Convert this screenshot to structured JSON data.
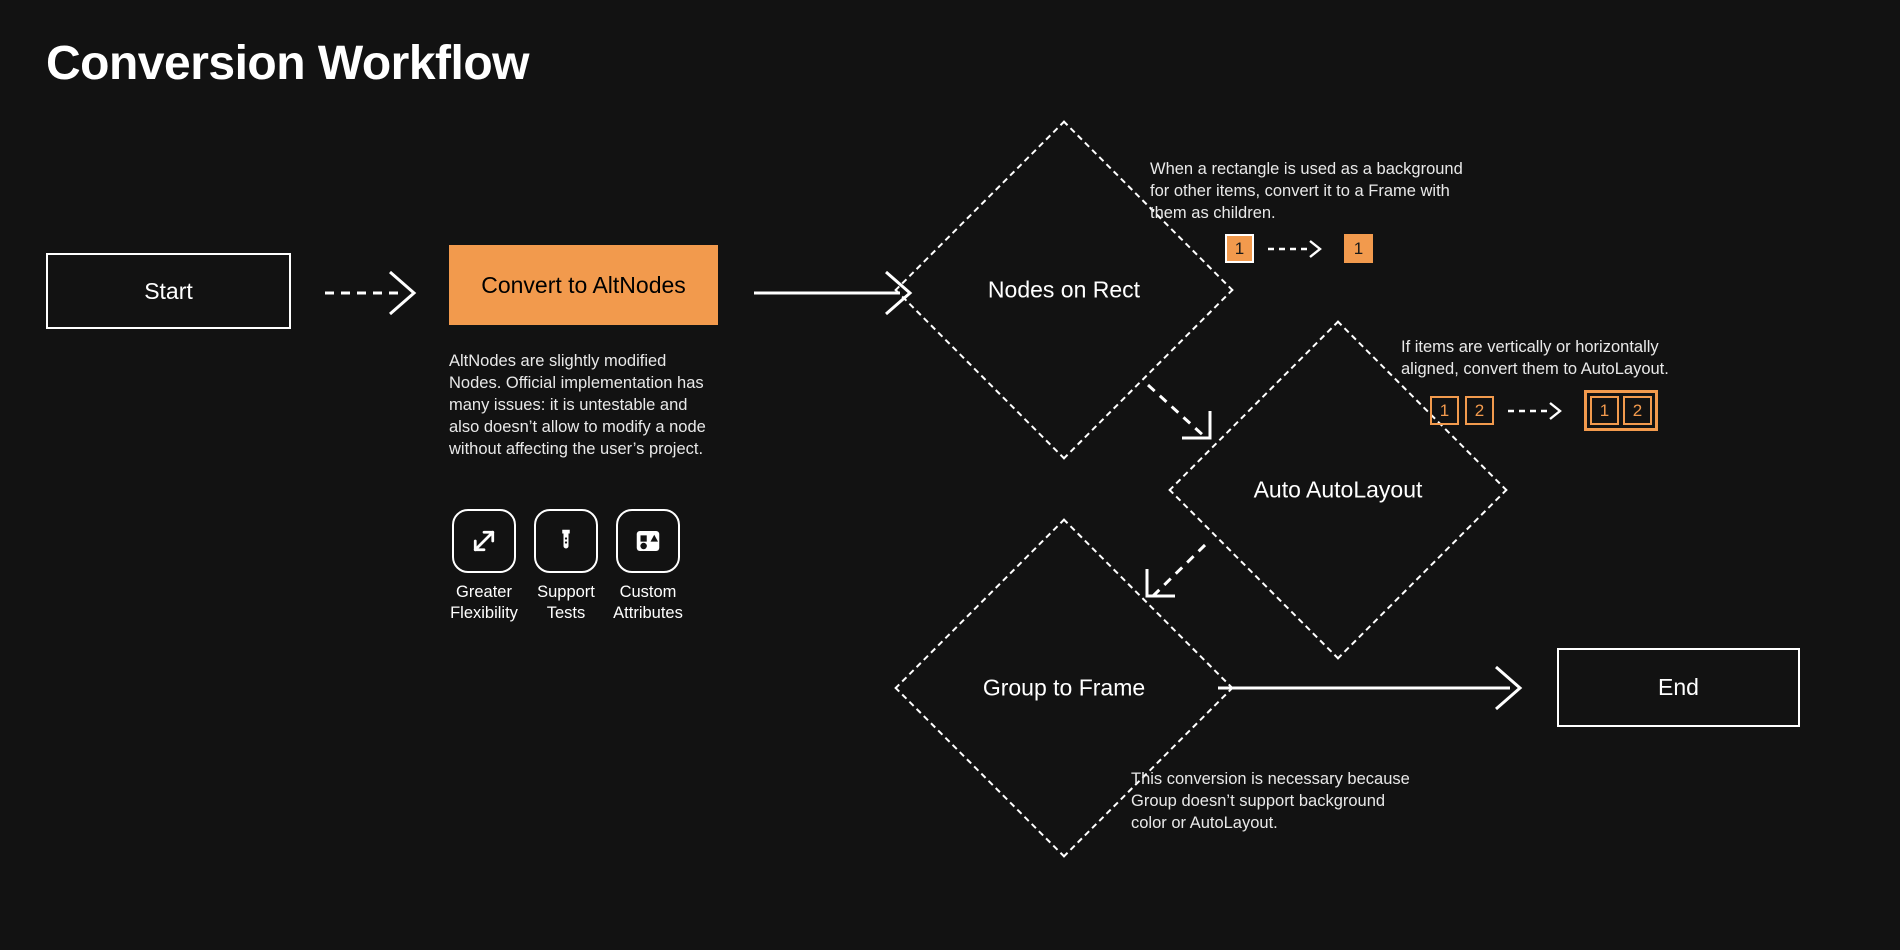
{
  "page": {
    "title": "Conversion Workflow",
    "background_color": "#121212",
    "accent_color": "#f29a4d",
    "text_color": "#ffffff"
  },
  "nodes": {
    "start": {
      "label": "Start",
      "shape": "rectangle"
    },
    "convert": {
      "label": "Convert to AltNodes",
      "shape": "rectangle-filled"
    },
    "nodes_on_rect": {
      "label": "Nodes on Rect",
      "shape": "diamond"
    },
    "auto_autolayout": {
      "label": "Auto AutoLayout",
      "shape": "diamond"
    },
    "group_to_frame": {
      "label": "Group to Frame",
      "shape": "diamond"
    },
    "end": {
      "label": "End",
      "shape": "rectangle"
    }
  },
  "notes": {
    "altnodes": "AltNodes are slightly modified Nodes. Official implementation has many issues: it is untestable and also doesn’t allow to modify a node without affecting the user’s project.",
    "nodes_on_rect": "When a rectangle is used as a background for other items, convert it to a Frame with them as children.",
    "auto_autolayout": "If items are vertically or horizontally aligned, convert them to AutoLayout.",
    "group_to_frame": "This conversion is necessary because Group doesn’t support background color or AutoLayout."
  },
  "features": [
    {
      "icon": "expand-arrows-icon",
      "label": "Greater\nFlexibility"
    },
    {
      "icon": "test-tube-icon",
      "label": "Support\nTests"
    },
    {
      "icon": "shapes-attributes-icon",
      "label": "Custom\nAttributes"
    }
  ],
  "badges": {
    "rect_before": [
      {
        "text": "1",
        "style": "filled-outlined"
      }
    ],
    "rect_after": [
      {
        "text": "1",
        "style": "filled"
      }
    ],
    "align_before": [
      {
        "text": "1",
        "style": "outline"
      },
      {
        "text": "2",
        "style": "outline"
      }
    ],
    "align_after": [
      {
        "text": "1",
        "style": "outline"
      },
      {
        "text": "2",
        "style": "outline"
      }
    ]
  },
  "edges": [
    {
      "from": "start",
      "to": "convert",
      "style": "dashed"
    },
    {
      "from": "convert",
      "to": "nodes_on_rect",
      "style": "solid"
    },
    {
      "from": "nodes_on_rect",
      "to": "auto_autolayout",
      "style": "dashed"
    },
    {
      "from": "auto_autolayout",
      "to": "group_to_frame",
      "style": "dashed"
    },
    {
      "from": "group_to_frame",
      "to": "end",
      "style": "solid"
    }
  ]
}
